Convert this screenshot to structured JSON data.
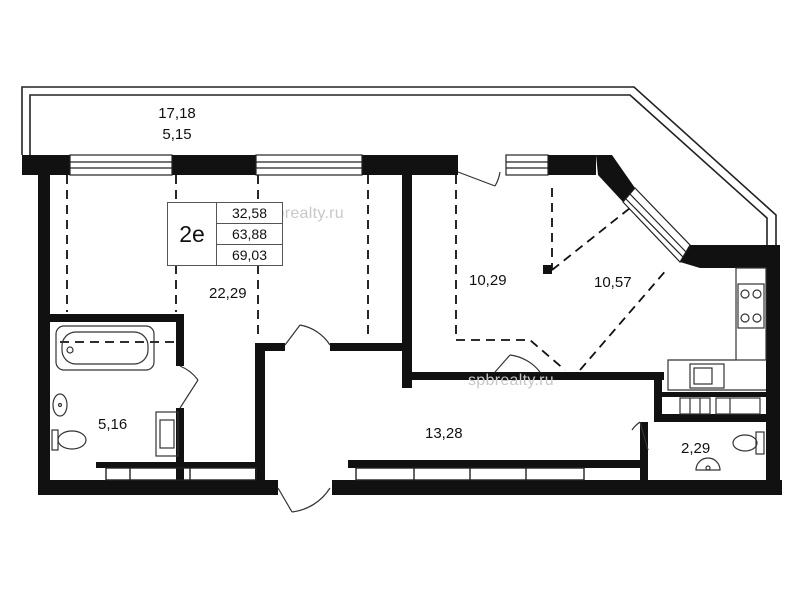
{
  "unit": {
    "type": "2е",
    "living_area": "32,58",
    "total_area": "63,88",
    "total_with_balcony": "69,03"
  },
  "balcony": {
    "full_area": "17,18",
    "counted_area": "5,15"
  },
  "rooms": {
    "living_room": "22,29",
    "bedroom": "10,29",
    "kitchen": "10,57",
    "hallway": "13,28",
    "bathroom": "5,16",
    "wc": "2,29"
  },
  "watermark": "spbrealty.ru"
}
